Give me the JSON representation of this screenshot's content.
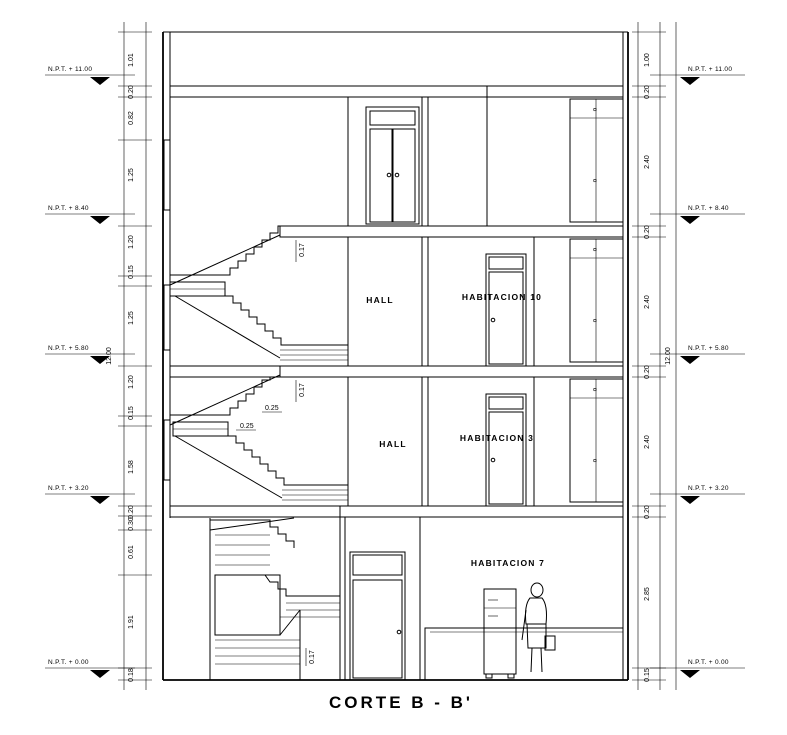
{
  "title": "CORTE B - B'",
  "levels": [
    {
      "label": "N.P.T. + 11.00"
    },
    {
      "label": "N.P.T. + 8.40"
    },
    {
      "label": "N.P.T. + 5.80"
    },
    {
      "label": "N.P.T. + 3.20"
    },
    {
      "label": "N.P.T. + 0.00"
    }
  ],
  "rooms": {
    "hall_upper": "HALL",
    "habitacion_10": "HABITACION 10",
    "hall_lower": "HALL",
    "habitacion_3": "HABITACION 3",
    "habitacion_7": "HABITACION 7"
  },
  "dims_left": [
    "1.01",
    "0.20",
    "0.82",
    "1.25",
    "1.20",
    "0.15",
    "1.25",
    "1.20",
    "0.15",
    "1.58",
    "0.20",
    "0.30",
    "0.61",
    "1.91",
    "0.18"
  ],
  "dim_left_total": "12.00",
  "dims_right": [
    "1.00",
    "0.20",
    "2.40",
    "0.20",
    "2.40",
    "0.20",
    "2.40",
    "0.20",
    "2.85",
    "0.15"
  ],
  "dim_right_total": "12.00",
  "stair_dims": [
    "0.17",
    "0.17",
    "0.25",
    "0.25",
    "0.17"
  ]
}
